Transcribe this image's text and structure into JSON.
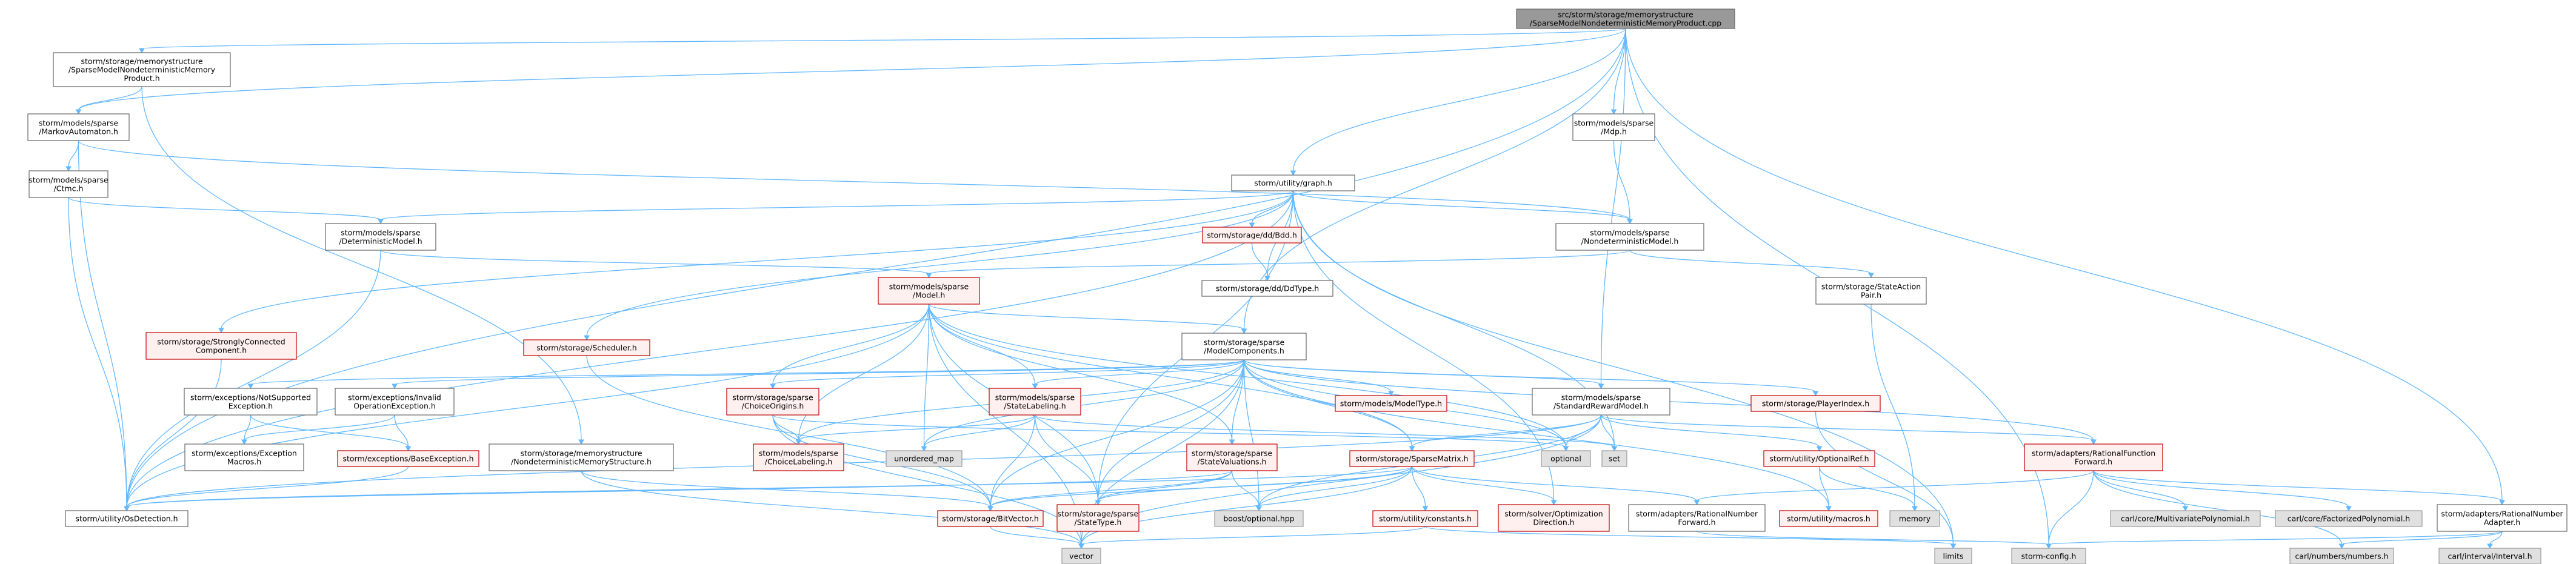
{
  "colors": {
    "edge": "#63b8ff",
    "root_fill": "#999999",
    "normal_fill": "#ffffff",
    "normal_stroke": "#666666",
    "truncated_fill": "#fff0f0",
    "truncated_stroke": "#bf0000",
    "system_fill": "#e0e0e0",
    "system_stroke": "#999999"
  },
  "nodes": [
    {
      "id": "root",
      "kind": "root",
      "lines": [
        "src/storm/storage/memorystructure",
        "/SparseModelNondeterministicMemoryProduct.cpp"
      ]
    },
    {
      "id": "smnmp",
      "kind": "normal",
      "lines": [
        "storm/storage/memorystructure",
        "/SparseModelNondeterministicMemory",
        "Product.h"
      ]
    },
    {
      "id": "ma",
      "kind": "normal",
      "lines": [
        "storm/models/sparse",
        "/MarkovAutomaton.h"
      ]
    },
    {
      "id": "ctmc",
      "kind": "normal",
      "lines": [
        "storm/models/sparse",
        "/Ctmc.h"
      ]
    },
    {
      "id": "graph",
      "kind": "normal",
      "lines": [
        "storm/utility/graph.h"
      ]
    },
    {
      "id": "mdp",
      "kind": "normal",
      "lines": [
        "storm/models/sparse",
        "/Mdp.h"
      ]
    },
    {
      "id": "det",
      "kind": "normal",
      "lines": [
        "storm/models/sparse",
        "/DeterministicModel.h"
      ]
    },
    {
      "id": "bdd",
      "kind": "truncated",
      "lines": [
        "storm/storage/dd/Bdd.h"
      ]
    },
    {
      "id": "nondet",
      "kind": "normal",
      "lines": [
        "storm/models/sparse",
        "/NondeterministicModel.h"
      ]
    },
    {
      "id": "model",
      "kind": "truncated",
      "lines": [
        "storm/models/sparse",
        "/Model.h"
      ]
    },
    {
      "id": "ddtype",
      "kind": "normal",
      "lines": [
        "storm/storage/dd/DdType.h"
      ]
    },
    {
      "id": "stateaction",
      "kind": "normal",
      "lines": [
        "storm/storage/StateAction",
        "Pair.h"
      ]
    },
    {
      "id": "scc",
      "kind": "truncated",
      "lines": [
        "storm/storage/StronglyConnected",
        "Component.h"
      ]
    },
    {
      "id": "scheduler",
      "kind": "truncated",
      "lines": [
        "storm/storage/Scheduler.h"
      ]
    },
    {
      "id": "mc",
      "kind": "normal",
      "lines": [
        "storm/storage/sparse",
        "/ModelComponents.h"
      ]
    },
    {
      "id": "notsupp",
      "kind": "normal",
      "lines": [
        "storm/exceptions/NotSupported",
        "Exception.h"
      ]
    },
    {
      "id": "invalidop",
      "kind": "normal",
      "lines": [
        "storm/exceptions/Invalid",
        "OperationException.h"
      ]
    },
    {
      "id": "choiceorigins",
      "kind": "truncated",
      "lines": [
        "storm/storage/sparse",
        "/ChoiceOrigins.h"
      ]
    },
    {
      "id": "statelabeling",
      "kind": "truncated",
      "lines": [
        "storm/models/sparse",
        "/StateLabeling.h"
      ]
    },
    {
      "id": "modeltype",
      "kind": "truncated",
      "lines": [
        "storm/models/ModelType.h"
      ]
    },
    {
      "id": "srm",
      "kind": "normal",
      "lines": [
        "storm/models/sparse",
        "/StandardRewardModel.h"
      ]
    },
    {
      "id": "playerindex",
      "kind": "truncated",
      "lines": [
        "storm/storage/PlayerIndex.h"
      ]
    },
    {
      "id": "excmacros",
      "kind": "normal",
      "lines": [
        "storm/exceptions/Exception",
        "Macros.h"
      ]
    },
    {
      "id": "baseexc",
      "kind": "truncated",
      "lines": [
        "storm/exceptions/BaseException.h"
      ]
    },
    {
      "id": "nmstruct",
      "kind": "normal",
      "lines": [
        "storm/storage/memorystructure",
        "/NondeterministicMemoryStructure.h"
      ]
    },
    {
      "id": "choicelabeling",
      "kind": "truncated",
      "lines": [
        "storm/models/sparse",
        "/ChoiceLabeling.h"
      ]
    },
    {
      "id": "unordered_map",
      "kind": "system",
      "lines": [
        "unordered_map"
      ]
    },
    {
      "id": "statevaluations",
      "kind": "truncated",
      "lines": [
        "storm/storage/sparse",
        "/StateValuations.h"
      ]
    },
    {
      "id": "sparsematrix",
      "kind": "truncated",
      "lines": [
        "storm/storage/SparseMatrix.h"
      ]
    },
    {
      "id": "optional",
      "kind": "system",
      "lines": [
        "optional"
      ]
    },
    {
      "id": "set",
      "kind": "system",
      "lines": [
        "set"
      ]
    },
    {
      "id": "optionalref",
      "kind": "truncated",
      "lines": [
        "storm/utility/OptionalRef.h"
      ]
    },
    {
      "id": "ratfuncfwd",
      "kind": "truncated",
      "lines": [
        "storm/adapters/RationalFunction",
        "Forward.h"
      ]
    },
    {
      "id": "osdetection",
      "kind": "normal",
      "lines": [
        "storm/utility/OsDetection.h"
      ]
    },
    {
      "id": "bitvector",
      "kind": "truncated",
      "lines": [
        "storm/storage/BitVector.h"
      ]
    },
    {
      "id": "statetype",
      "kind": "truncated",
      "lines": [
        "storm/storage/sparse",
        "/StateType.h"
      ]
    },
    {
      "id": "boostopt",
      "kind": "system",
      "lines": [
        "boost/optional.hpp"
      ]
    },
    {
      "id": "constants",
      "kind": "truncated",
      "lines": [
        "storm/utility/constants.h"
      ]
    },
    {
      "id": "optdir",
      "kind": "truncated",
      "lines": [
        "storm/solver/Optimization",
        "Direction.h"
      ]
    },
    {
      "id": "ratnumfwd",
      "kind": "normal",
      "lines": [
        "storm/adapters/RationalNumber",
        "Forward.h"
      ]
    },
    {
      "id": "macros",
      "kind": "truncated",
      "lines": [
        "storm/utility/macros.h"
      ]
    },
    {
      "id": "memory",
      "kind": "system",
      "lines": [
        "memory"
      ]
    },
    {
      "id": "multipoly",
      "kind": "system",
      "lines": [
        "carl/core/MultivariatePolynomial.h"
      ]
    },
    {
      "id": "factpoly",
      "kind": "system",
      "lines": [
        "carl/core/FactorizedPolynomial.h"
      ]
    },
    {
      "id": "ratnumadapter",
      "kind": "normal",
      "lines": [
        "storm/adapters/RationalNumber",
        "Adapter.h"
      ]
    },
    {
      "id": "vector",
      "kind": "system",
      "lines": [
        "vector"
      ]
    },
    {
      "id": "limits",
      "kind": "system",
      "lines": [
        "limits"
      ]
    },
    {
      "id": "stormconfig",
      "kind": "system",
      "lines": [
        "storm-config.h"
      ]
    },
    {
      "id": "carlnumbers",
      "kind": "system",
      "lines": [
        "carl/numbers/numbers.h"
      ]
    },
    {
      "id": "carlinterval",
      "kind": "system",
      "lines": [
        "carl/interval/Interval.h"
      ]
    }
  ],
  "edges": [
    [
      "root",
      "smnmp"
    ],
    [
      "root",
      "ma"
    ],
    [
      "root",
      "graph"
    ],
    [
      "root",
      "mdp"
    ],
    [
      "root",
      "mc"
    ],
    [
      "root",
      "srm"
    ],
    [
      "root",
      "osdetection"
    ],
    [
      "root",
      "ratnumadapter"
    ],
    [
      "root",
      "stormconfig"
    ],
    [
      "smnmp",
      "ma"
    ],
    [
      "smnmp",
      "nmstruct"
    ],
    [
      "ma",
      "ctmc"
    ],
    [
      "ma",
      "nondet"
    ],
    [
      "ma",
      "osdetection"
    ],
    [
      "ctmc",
      "det"
    ],
    [
      "ctmc",
      "osdetection"
    ],
    [
      "mdp",
      "nondet"
    ],
    [
      "graph",
      "det"
    ],
    [
      "graph",
      "bdd"
    ],
    [
      "graph",
      "nondet"
    ],
    [
      "graph",
      "ddtype"
    ],
    [
      "graph",
      "scc"
    ],
    [
      "graph",
      "scheduler"
    ],
    [
      "graph",
      "statetype"
    ],
    [
      "graph",
      "set"
    ],
    [
      "graph",
      "osdetection"
    ],
    [
      "graph",
      "optdir"
    ],
    [
      "graph",
      "limits"
    ],
    [
      "bdd",
      "ddtype"
    ],
    [
      "det",
      "model"
    ],
    [
      "det",
      "osdetection"
    ],
    [
      "nondet",
      "model"
    ],
    [
      "nondet",
      "stateaction"
    ],
    [
      "stateaction",
      "memory"
    ],
    [
      "scc",
      "osdetection"
    ],
    [
      "scheduler",
      "bitvector"
    ],
    [
      "model",
      "mc"
    ],
    [
      "model",
      "choiceorigins"
    ],
    [
      "model",
      "statelabeling"
    ],
    [
      "model",
      "choicelabeling"
    ],
    [
      "model",
      "unordered_map"
    ],
    [
      "model",
      "statevaluations"
    ],
    [
      "model",
      "sparsematrix"
    ],
    [
      "model",
      "optional"
    ],
    [
      "model",
      "osdetection"
    ],
    [
      "model",
      "vector"
    ],
    [
      "model",
      "statetype"
    ],
    [
      "mc",
      "notsupp"
    ],
    [
      "mc",
      "invalidop"
    ],
    [
      "mc",
      "choiceorigins"
    ],
    [
      "mc",
      "statelabeling"
    ],
    [
      "mc",
      "modeltype"
    ],
    [
      "mc",
      "srm"
    ],
    [
      "mc",
      "playerindex"
    ],
    [
      "mc",
      "choicelabeling"
    ],
    [
      "mc",
      "unordered_map"
    ],
    [
      "mc",
      "statevaluations"
    ],
    [
      "mc",
      "sparsematrix"
    ],
    [
      "mc",
      "optional"
    ],
    [
      "mc",
      "boostopt"
    ],
    [
      "mc",
      "bitvector"
    ],
    [
      "mc",
      "statetype"
    ],
    [
      "mc",
      "vector"
    ],
    [
      "mc",
      "macros"
    ],
    [
      "mc",
      "ratfuncfwd"
    ],
    [
      "notsupp",
      "excmacros"
    ],
    [
      "notsupp",
      "baseexc"
    ],
    [
      "invalidop",
      "excmacros"
    ],
    [
      "invalidop",
      "baseexc"
    ],
    [
      "baseexc",
      "osdetection"
    ],
    [
      "nmstruct",
      "bitvector"
    ],
    [
      "nmstruct",
      "vector"
    ],
    [
      "choiceorigins",
      "choicelabeling"
    ],
    [
      "choiceorigins",
      "bitvector"
    ],
    [
      "choiceorigins",
      "vector"
    ],
    [
      "choiceorigins",
      "optional"
    ],
    [
      "statelabeling",
      "choicelabeling"
    ],
    [
      "statelabeling",
      "bitvector"
    ],
    [
      "statelabeling",
      "unordered_map"
    ],
    [
      "statelabeling",
      "set"
    ],
    [
      "statelabeling",
      "statetype"
    ],
    [
      "statevaluations",
      "bitvector"
    ],
    [
      "statevaluations",
      "statetype"
    ],
    [
      "statevaluations",
      "boostopt"
    ],
    [
      "statevaluations",
      "osdetection"
    ],
    [
      "srm",
      "sparsematrix"
    ],
    [
      "srm",
      "optional"
    ],
    [
      "srm",
      "set"
    ],
    [
      "srm",
      "optionalref"
    ],
    [
      "srm",
      "ratfuncfwd"
    ],
    [
      "srm",
      "osdetection"
    ],
    [
      "srm",
      "vector"
    ],
    [
      "srm",
      "boostopt"
    ],
    [
      "playerindex",
      "limits"
    ],
    [
      "sparsematrix",
      "bitvector"
    ],
    [
      "sparsematrix",
      "statetype"
    ],
    [
      "sparsematrix",
      "constants"
    ],
    [
      "sparsematrix",
      "optdir"
    ],
    [
      "sparsematrix",
      "ratnumfwd"
    ],
    [
      "sparsematrix",
      "vector"
    ],
    [
      "sparsematrix",
      "boostopt"
    ],
    [
      "sparsematrix",
      "osdetection"
    ],
    [
      "optionalref",
      "macros"
    ],
    [
      "optionalref",
      "memory"
    ],
    [
      "ratfuncfwd",
      "ratnumfwd"
    ],
    [
      "ratfuncfwd",
      "multipoly"
    ],
    [
      "ratfuncfwd",
      "factpoly"
    ],
    [
      "ratfuncfwd",
      "ratnumadapter"
    ],
    [
      "ratfuncfwd",
      "stormconfig"
    ],
    [
      "ratfuncfwd",
      "carlnumbers"
    ],
    [
      "constants",
      "limits"
    ],
    [
      "constants",
      "vector"
    ],
    [
      "bitvector",
      "vector"
    ],
    [
      "ratnumfwd",
      "stormconfig"
    ],
    [
      "ratnumadapter",
      "stormconfig"
    ],
    [
      "ratnumadapter",
      "carlnumbers"
    ],
    [
      "ratnumadapter",
      "carlinterval"
    ]
  ]
}
